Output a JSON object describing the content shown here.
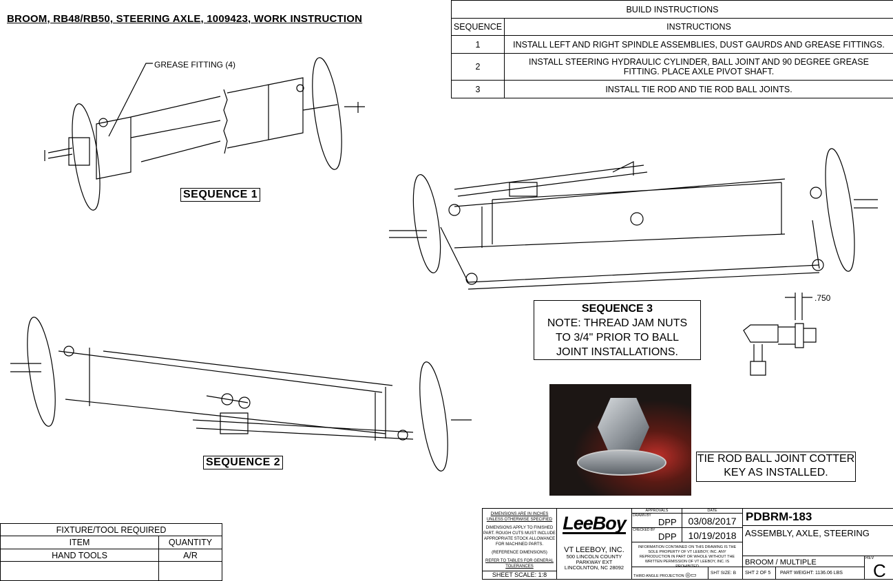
{
  "title": "BROOM, RB48/RB50, STEERING AXLE, 1009423, WORK INSTRUCTION",
  "build_table": {
    "title": "BUILD INSTRUCTIONS",
    "headers": [
      "SEQUENCE",
      "INSTRUCTIONS"
    ],
    "rows": [
      {
        "seq": "1",
        "text": "INSTALL LEFT AND RIGHT SPINDLE ASSEMBLIES, DUST GAURDS AND GREASE FITTINGS."
      },
      {
        "seq": "2",
        "text": "INSTALL STEERING HYDRAULIC CYLINDER, BALL JOINT AND 90 DEGREE GREASE FITTING. PLACE AXLE PIVOT SHAFT."
      },
      {
        "seq": "3",
        "text": "INSTALL TIE ROD AND TIE ROD BALL JOINTS."
      }
    ]
  },
  "callouts": {
    "grease": "GREASE FITTING (4)",
    "dim": ".750"
  },
  "sequence1": "SEQUENCE 1",
  "sequence2": "SEQUENCE 2",
  "sequence3": {
    "title": "SEQUENCE 3",
    "note": "NOTE: THREAD JAM NUTS TO 3/4\"  PRIOR TO BALL JOINT INSTALLATIONS."
  },
  "photo_caption": "TIE ROD BALL JOINT COTTER KEY AS INSTALLED.",
  "fixture_table": {
    "title": "FIXTURE/TOOL REQUIRED",
    "headers": [
      "ITEM",
      "QUANTITY"
    ],
    "rows": [
      {
        "item": "HAND TOOLS",
        "qty": "A/R"
      }
    ]
  },
  "title_block": {
    "notes": {
      "n1": "DIMENSIONS ARE IN INCHES UNLESS OTHERWISE SPECIFIED",
      "n2": "DIMENSIONS APPLY TO FINISHED PART. ROUGH CUTS MUST INCLUDE APPROPRIATE STOCK ALLOWANCE FOR MACHINED PARTS.",
      "n3": "(REFERENCE DIMENSIONS)",
      "n4": "REFER TO TABLES FOR GENERAL TOLERANCES",
      "scale": "SHEET SCALE: 1:8"
    },
    "logo": "LeeBoy",
    "company": "VT LEEBOY, INC.",
    "address": "500 LINCOLN COUNTY PARKWAY EXT LINCOLNTON, NC  28092",
    "approvals": "APPROVALS",
    "date_hdr": "DATE",
    "drawn_by_lbl": "DRAWN BY",
    "drawn_by": "DPP",
    "drawn_date": "03/08/2017",
    "checked_by_lbl": "CHECKED BY",
    "checked_by": "DPP",
    "checked_date": "10/19/2018",
    "info": "INFORMATION CONTAINED ON THIS DRAWING IS THE SOLE PROPERTY OF VT LEEBOY, INC. ANY REPRODUCTION IN PART OR WHOLE WITHOUT THE WRITTEN PERMISSION OF VT LEEBOY, INC. IS PROHIBITED",
    "projection": "THIRD ANGLE PROJECTION",
    "sht_size": "SHT SIZE: B",
    "part_no": "PDBRM-183",
    "description": "ASSEMBLY, AXLE, STEERING",
    "model": "BROOM / MULTIPLE",
    "rev_lbl": "REV",
    "rev": "C",
    "sheet": "SHT 2 OF 5",
    "weight": "PART WEIGHT: 1136.06 LBS"
  }
}
